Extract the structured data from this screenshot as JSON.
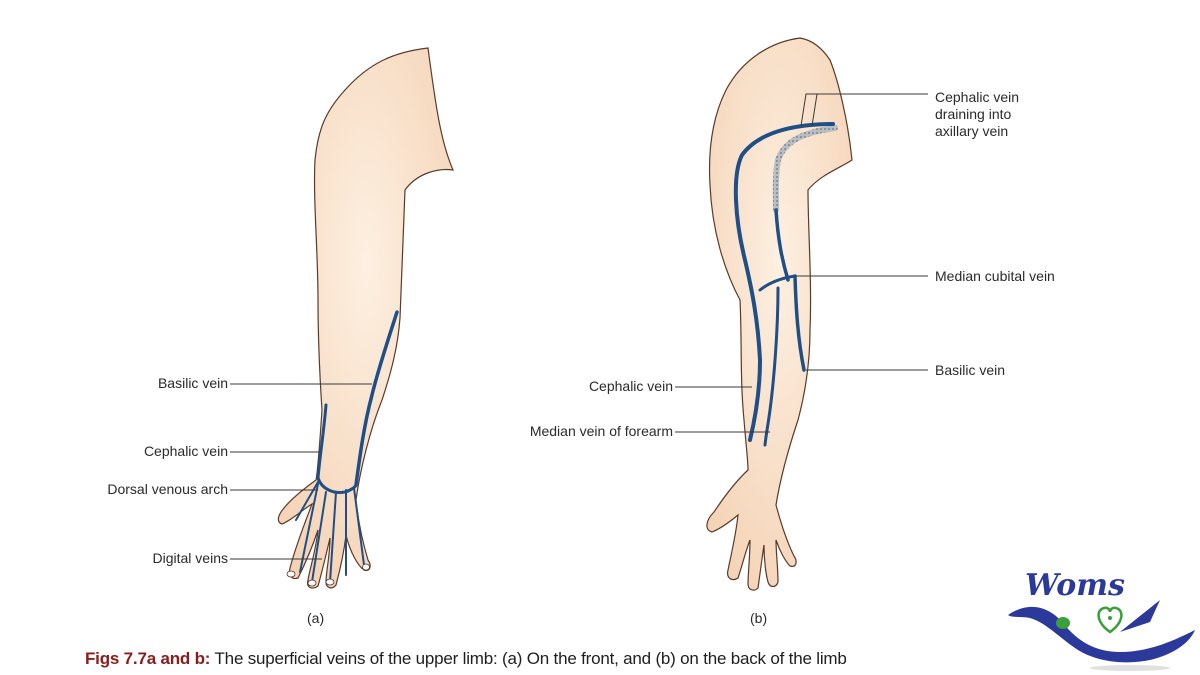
{
  "figure": {
    "panels": [
      {
        "id": "a",
        "tag": "(a)",
        "view": "front",
        "labels": [
          {
            "text": "Basilic vein"
          },
          {
            "text": "Cephalic vein"
          },
          {
            "text": "Dorsal venous arch"
          },
          {
            "text": "Digital veins"
          }
        ]
      },
      {
        "id": "b",
        "tag": "(b)",
        "view": "back",
        "labels_left": [
          {
            "text": "Cephalic vein"
          },
          {
            "text": "Median vein of forearm"
          }
        ],
        "labels_right": [
          {
            "text": "Cephalic vein draining into axillary vein",
            "lines": [
              "Cephalic vein",
              "draining into",
              "axillary vein"
            ]
          },
          {
            "text": "Median cubital vein"
          },
          {
            "text": "Basilic vein"
          }
        ]
      }
    ],
    "caption": {
      "figure_number": "Figs 7.7a and b:",
      "text": "The superficial veins of the upper limb: (a) On the front, and (b) on the back of the limb"
    },
    "colors": {
      "skin": "#f7dcc2",
      "skin_outline": "#5a3a2a",
      "vein": "#1f4f86",
      "caption_accent": "#8a1c1c",
      "logo_blue": "#2b3a9a",
      "logo_green": "#3aa03a"
    }
  },
  "watermark": {
    "brand": "Woms"
  }
}
